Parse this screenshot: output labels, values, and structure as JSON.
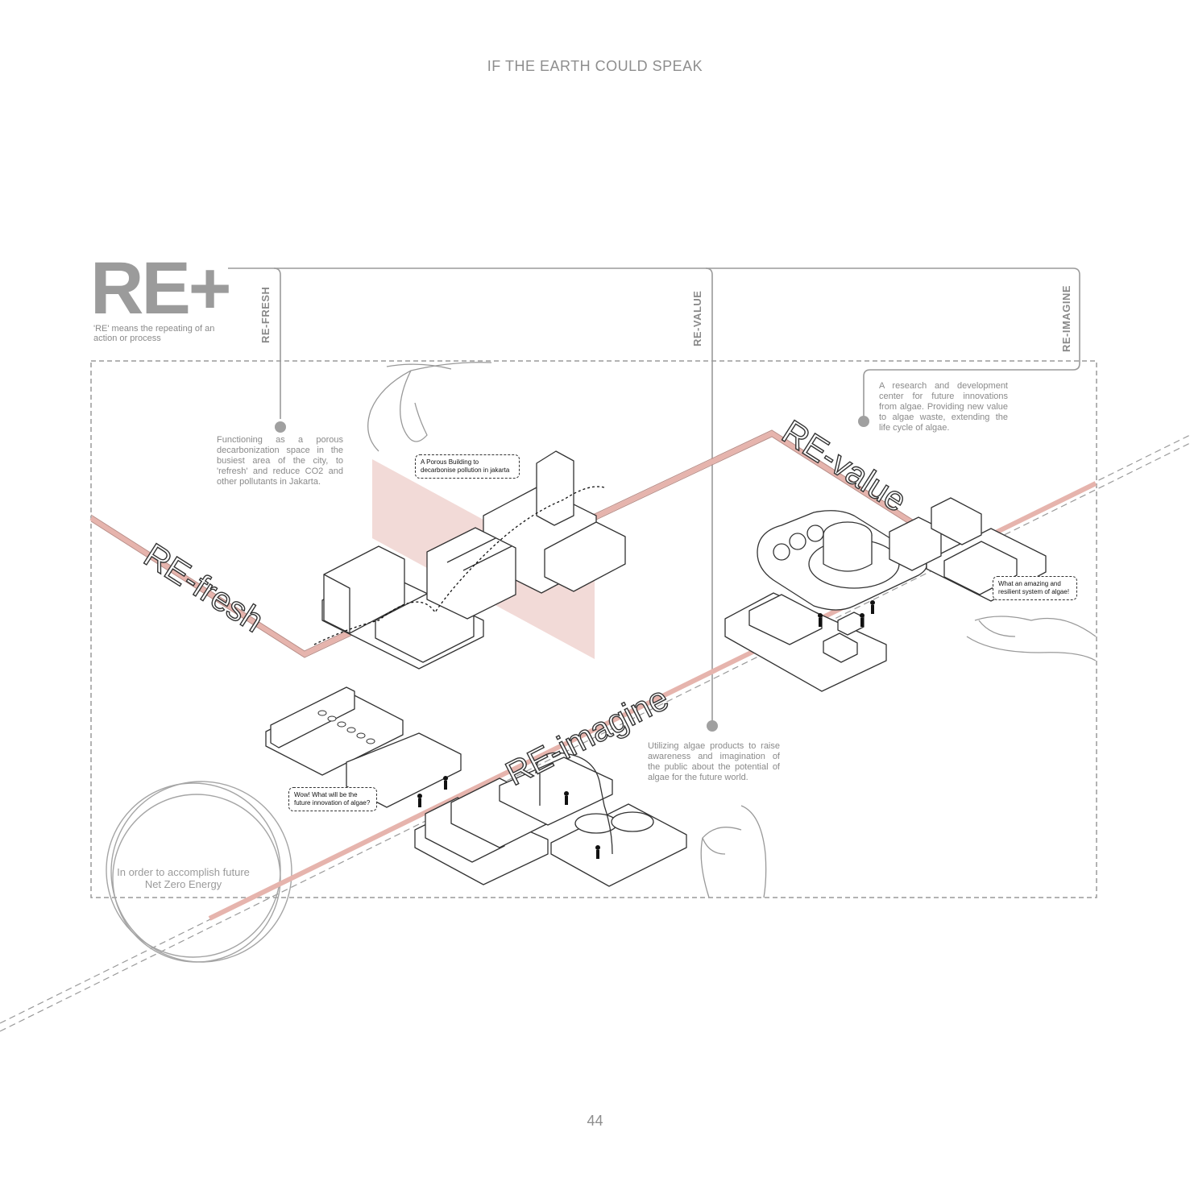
{
  "header": {
    "title": "IF THE EARTH COULD SPEAK"
  },
  "page_number": "44",
  "intro": {
    "heading": "RE+",
    "definition": "'RE' means the repeating of an action or process"
  },
  "columns": {
    "refresh": "RE-FRESH",
    "revalue": "RE-VALUE",
    "reimagine": "RE-IMAGINE"
  },
  "zones": {
    "refresh": "RE-fresh",
    "revalue": "RE-value",
    "reimagine": "RE-imagine"
  },
  "descriptions": {
    "refresh": "Functioning as a porous decarbonization space in the busiest area of the city, to 'refresh' and reduce CO2 and other pollutants in Jakarta.",
    "revalue": "A research and development center for future innovations from algae. Providing new value to algae waste, extending the life cycle of algae.",
    "reimagine": "Utilizing algae products to raise awareness and imagination of the public about the potential of algae for the future world."
  },
  "speech_bubbles": {
    "porous": "A Porous Building to decarbonise pollution in jakarta",
    "amazing": "What an amazing and resilient system of algae!",
    "wow": "Wow! What will be the future innovation of algae?"
  },
  "circle_note": "In order to accomplish future Net Zero Energy",
  "colors": {
    "accent_pink": "#e6b4ad",
    "line_gray": "#9a9a9a",
    "ink": "#333333"
  },
  "icons": [
    "hand-icon",
    "people-icon",
    "circle-icon"
  ]
}
